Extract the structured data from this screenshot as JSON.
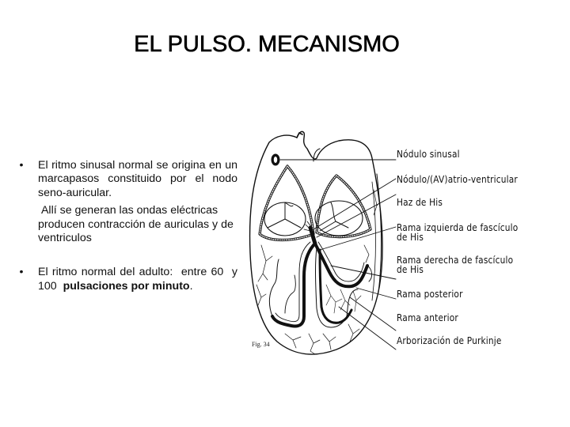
{
  "slide": {
    "title": "EL PULSO. MECANISMO"
  },
  "bullets": [
    {
      "marker": "•",
      "paragraphs": [
        "El ritmo sinusal normal se origina en un marcapasos constituido por el nodo seno-auricular.",
        " Allí se generan las ondas eléctricas producen contracción de auriculas y de ventriculos"
      ]
    },
    {
      "marker": "•",
      "text_normal": "El ritmo normal del adulto:  entre 60  y  100 ",
      "text_bold": " pulsaciones por minuto",
      "text_end": "."
    }
  ],
  "figure": {
    "caption": "Fig. 34",
    "labels": [
      {
        "id": "nodulo-sinusal",
        "line1": "Nódulo sinusal",
        "line2": ""
      },
      {
        "id": "nodulo-av",
        "line1": "Nódulo/(AV)atrio-ventricular",
        "line2": ""
      },
      {
        "id": "haz-de-his",
        "line1": "Haz de His",
        "line2": ""
      },
      {
        "id": "rama-izquierda",
        "line1": "Rama izquierda de fascículo",
        "line2": "de His"
      },
      {
        "id": "rama-derecha",
        "line1": "Rama derecha de fascículo",
        "line2": "de His"
      },
      {
        "id": "rama-posterior",
        "line1": "Rama posterior",
        "line2": ""
      },
      {
        "id": "rama-anterior",
        "line1": "Rama anterior",
        "line2": ""
      },
      {
        "id": "arborizacion-purkinje",
        "line1": "Arborización de Purkinje",
        "line2": ""
      }
    ]
  }
}
